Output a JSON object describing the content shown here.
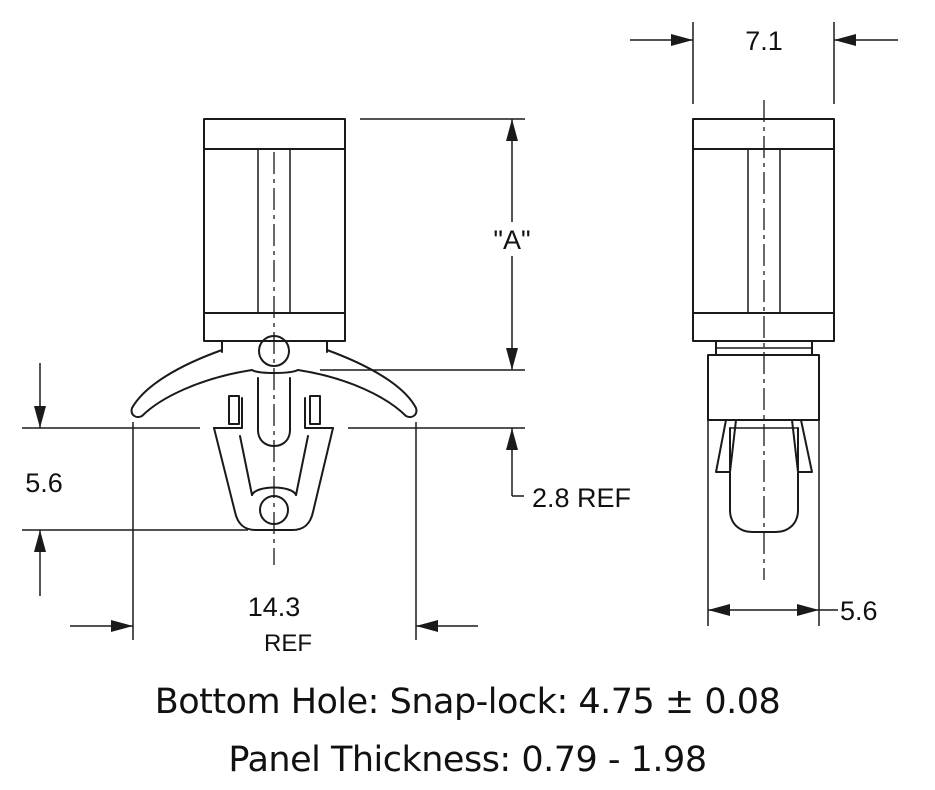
{
  "dimensions": {
    "width_top": "7.1",
    "height_a": "\"A\"",
    "left_height": "5.6",
    "ref_small": "2.8 REF",
    "width_wings": "14.3",
    "width_wings_ref": "REF",
    "width_bottom_right": "5.6"
  },
  "notes": {
    "bottom_hole": "Bottom Hole: Snap-lock: 4.75 ± 0.08",
    "panel_thickness": "Panel Thickness: 0.79 - 1.98"
  }
}
